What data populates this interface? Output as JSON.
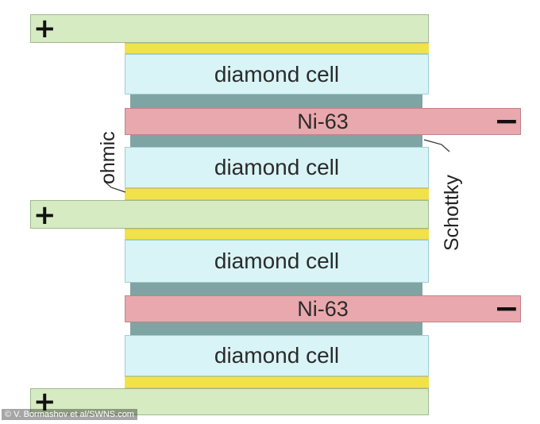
{
  "terminals": {
    "positive": "+",
    "negative": "−"
  },
  "cells": [
    {
      "label": "diamond cell"
    },
    {
      "label": "diamond cell"
    },
    {
      "label": "diamond cell"
    },
    {
      "label": "diamond cell"
    }
  ],
  "sources": [
    {
      "label": "Ni-63"
    },
    {
      "label": "Ni-63"
    }
  ],
  "annotations": {
    "ohmic": "ohmic",
    "schottky": "Schottky"
  },
  "credit": "© V. Bormashov et al/SWNS.com",
  "colors": {
    "terminal": "#d6ebc2",
    "ohmic_contact": "#f1e24a",
    "diamond": "#d9f4f6",
    "schottky_contact": "#7fa4a4",
    "ni63": "#e9a8ad"
  }
}
